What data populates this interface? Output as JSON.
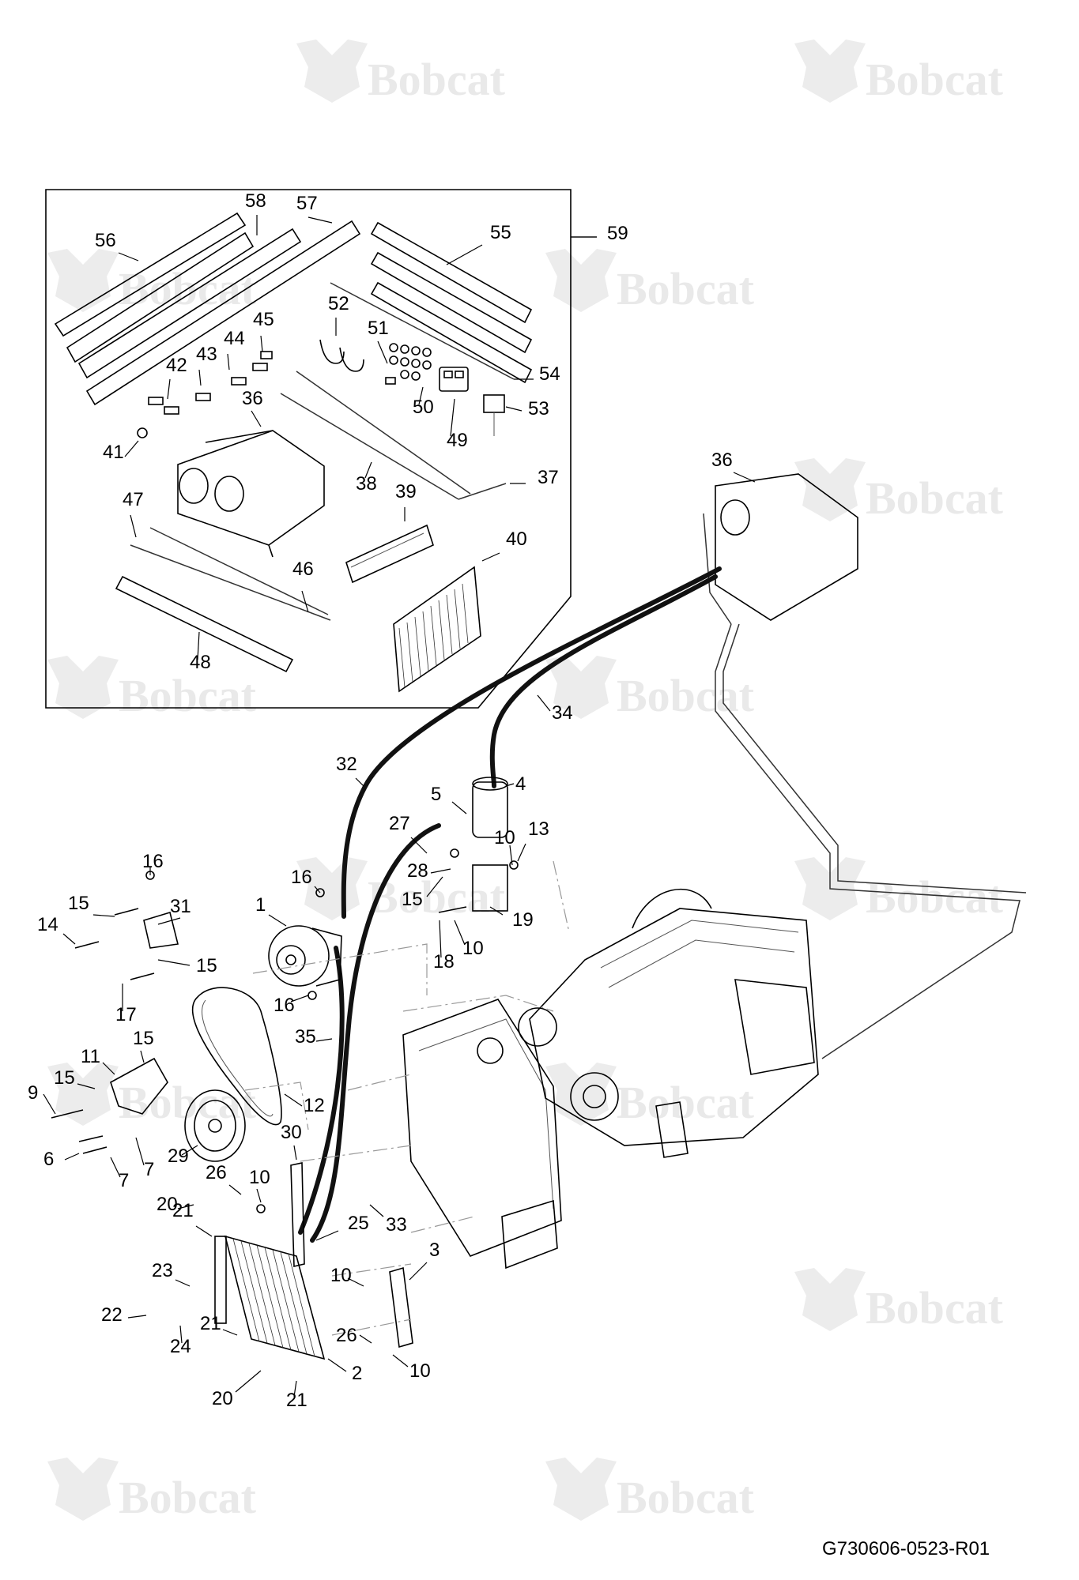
{
  "diagram": {
    "watermark_text": "Bobcat",
    "watermark_color": "#e9e9e9",
    "drawing_number": "G730606-0523-R01",
    "callouts": [
      {
        "label": "1"
      },
      {
        "label": "2"
      },
      {
        "label": "3"
      },
      {
        "label": "4"
      },
      {
        "label": "5"
      },
      {
        "label": "6"
      },
      {
        "label": "7"
      },
      {
        "label": "7"
      },
      {
        "label": "9"
      },
      {
        "label": "10"
      },
      {
        "label": "10"
      },
      {
        "label": "10"
      },
      {
        "label": "10"
      },
      {
        "label": "10"
      },
      {
        "label": "11"
      },
      {
        "label": "12"
      },
      {
        "label": "13"
      },
      {
        "label": "14"
      },
      {
        "label": "15"
      },
      {
        "label": "15"
      },
      {
        "label": "15"
      },
      {
        "label": "15"
      },
      {
        "label": "15"
      },
      {
        "label": "16"
      },
      {
        "label": "16"
      },
      {
        "label": "16"
      },
      {
        "label": "17"
      },
      {
        "label": "18"
      },
      {
        "label": "19"
      },
      {
        "label": "20"
      },
      {
        "label": "20"
      },
      {
        "label": "21"
      },
      {
        "label": "21"
      },
      {
        "label": "21"
      },
      {
        "label": "22"
      },
      {
        "label": "23"
      },
      {
        "label": "24"
      },
      {
        "label": "25"
      },
      {
        "label": "26"
      },
      {
        "label": "26"
      },
      {
        "label": "27"
      },
      {
        "label": "28"
      },
      {
        "label": "29"
      },
      {
        "label": "30"
      },
      {
        "label": "31"
      },
      {
        "label": "32"
      },
      {
        "label": "33"
      },
      {
        "label": "34"
      },
      {
        "label": "35"
      },
      {
        "label": "36"
      },
      {
        "label": "36"
      },
      {
        "label": "37"
      },
      {
        "label": "38"
      },
      {
        "label": "39"
      },
      {
        "label": "40"
      },
      {
        "label": "41"
      },
      {
        "label": "42"
      },
      {
        "label": "43"
      },
      {
        "label": "44"
      },
      {
        "label": "45"
      },
      {
        "label": "46"
      },
      {
        "label": "47"
      },
      {
        "label": "48"
      },
      {
        "label": "49"
      },
      {
        "label": "50"
      },
      {
        "label": "51"
      },
      {
        "label": "52"
      },
      {
        "label": "53"
      },
      {
        "label": "54"
      },
      {
        "label": "55"
      },
      {
        "label": "56"
      },
      {
        "label": "57"
      },
      {
        "label": "58"
      },
      {
        "label": "59"
      }
    ]
  }
}
